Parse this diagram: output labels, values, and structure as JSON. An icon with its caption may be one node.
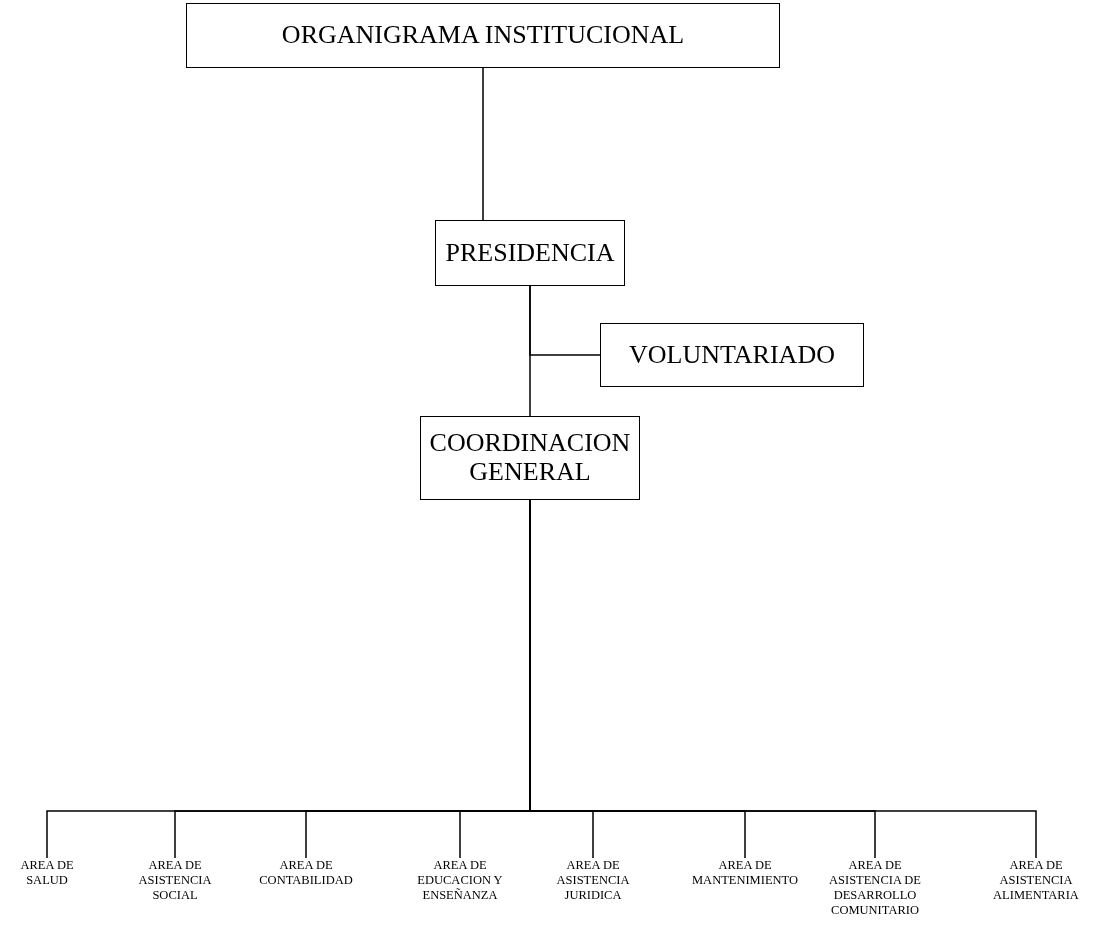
{
  "diagram": {
    "nodes": [
      {
        "text": [
          "ORGANIGRAMA INSTITUCIONAL"
        ]
      },
      {
        "text": [
          "PRESIDENCIA"
        ]
      },
      {
        "text": [
          "VOLUNTARIADO"
        ]
      },
      {
        "text": [
          "COORDINACION GENERAL"
        ]
      },
      {
        "text": [
          "AREA DE SALUD"
        ]
      },
      {
        "text": [
          "AREA DE ASISTENCIA SOCIAL"
        ]
      },
      {
        "text": [
          "AREA DE CONTABILIDAD"
        ]
      },
      {
        "text": [
          "AREA DE EDUCACION Y ENSEÑANZA"
        ]
      },
      {
        "text": [
          "AREA DE ASISTENCIA JURIDICA"
        ]
      },
      {
        "text": [
          "AREA DE MANTENIMIENTO"
        ]
      },
      {
        "text": [
          "AREA DE ASISTENCIA DE DESARROLLO COMUNITARIO"
        ]
      },
      {
        "text": [
          "AREA DE ASISTENCIA ALIMENTARIA"
        ]
      }
    ],
    "edges": [
      {
        "from": 0,
        "to": 1,
        "arrow": "none"
      },
      {
        "from": 1,
        "to": 2,
        "arrow": "none"
      },
      {
        "from": 1,
        "to": 3,
        "arrow": "none"
      },
      {
        "from": 3,
        "to": 4,
        "arrow": "none"
      },
      {
        "from": 3,
        "to": 5,
        "arrow": "none"
      },
      {
        "from": 3,
        "to": 6,
        "arrow": "none"
      },
      {
        "from": 3,
        "to": 7,
        "arrow": "none"
      },
      {
        "from": 3,
        "to": 8,
        "arrow": "none"
      },
      {
        "from": 3,
        "to": 9,
        "arrow": "none"
      },
      {
        "from": 3,
        "to": 10,
        "arrow": "none"
      },
      {
        "from": 3,
        "to": 11,
        "arrow": "none"
      }
    ]
  }
}
